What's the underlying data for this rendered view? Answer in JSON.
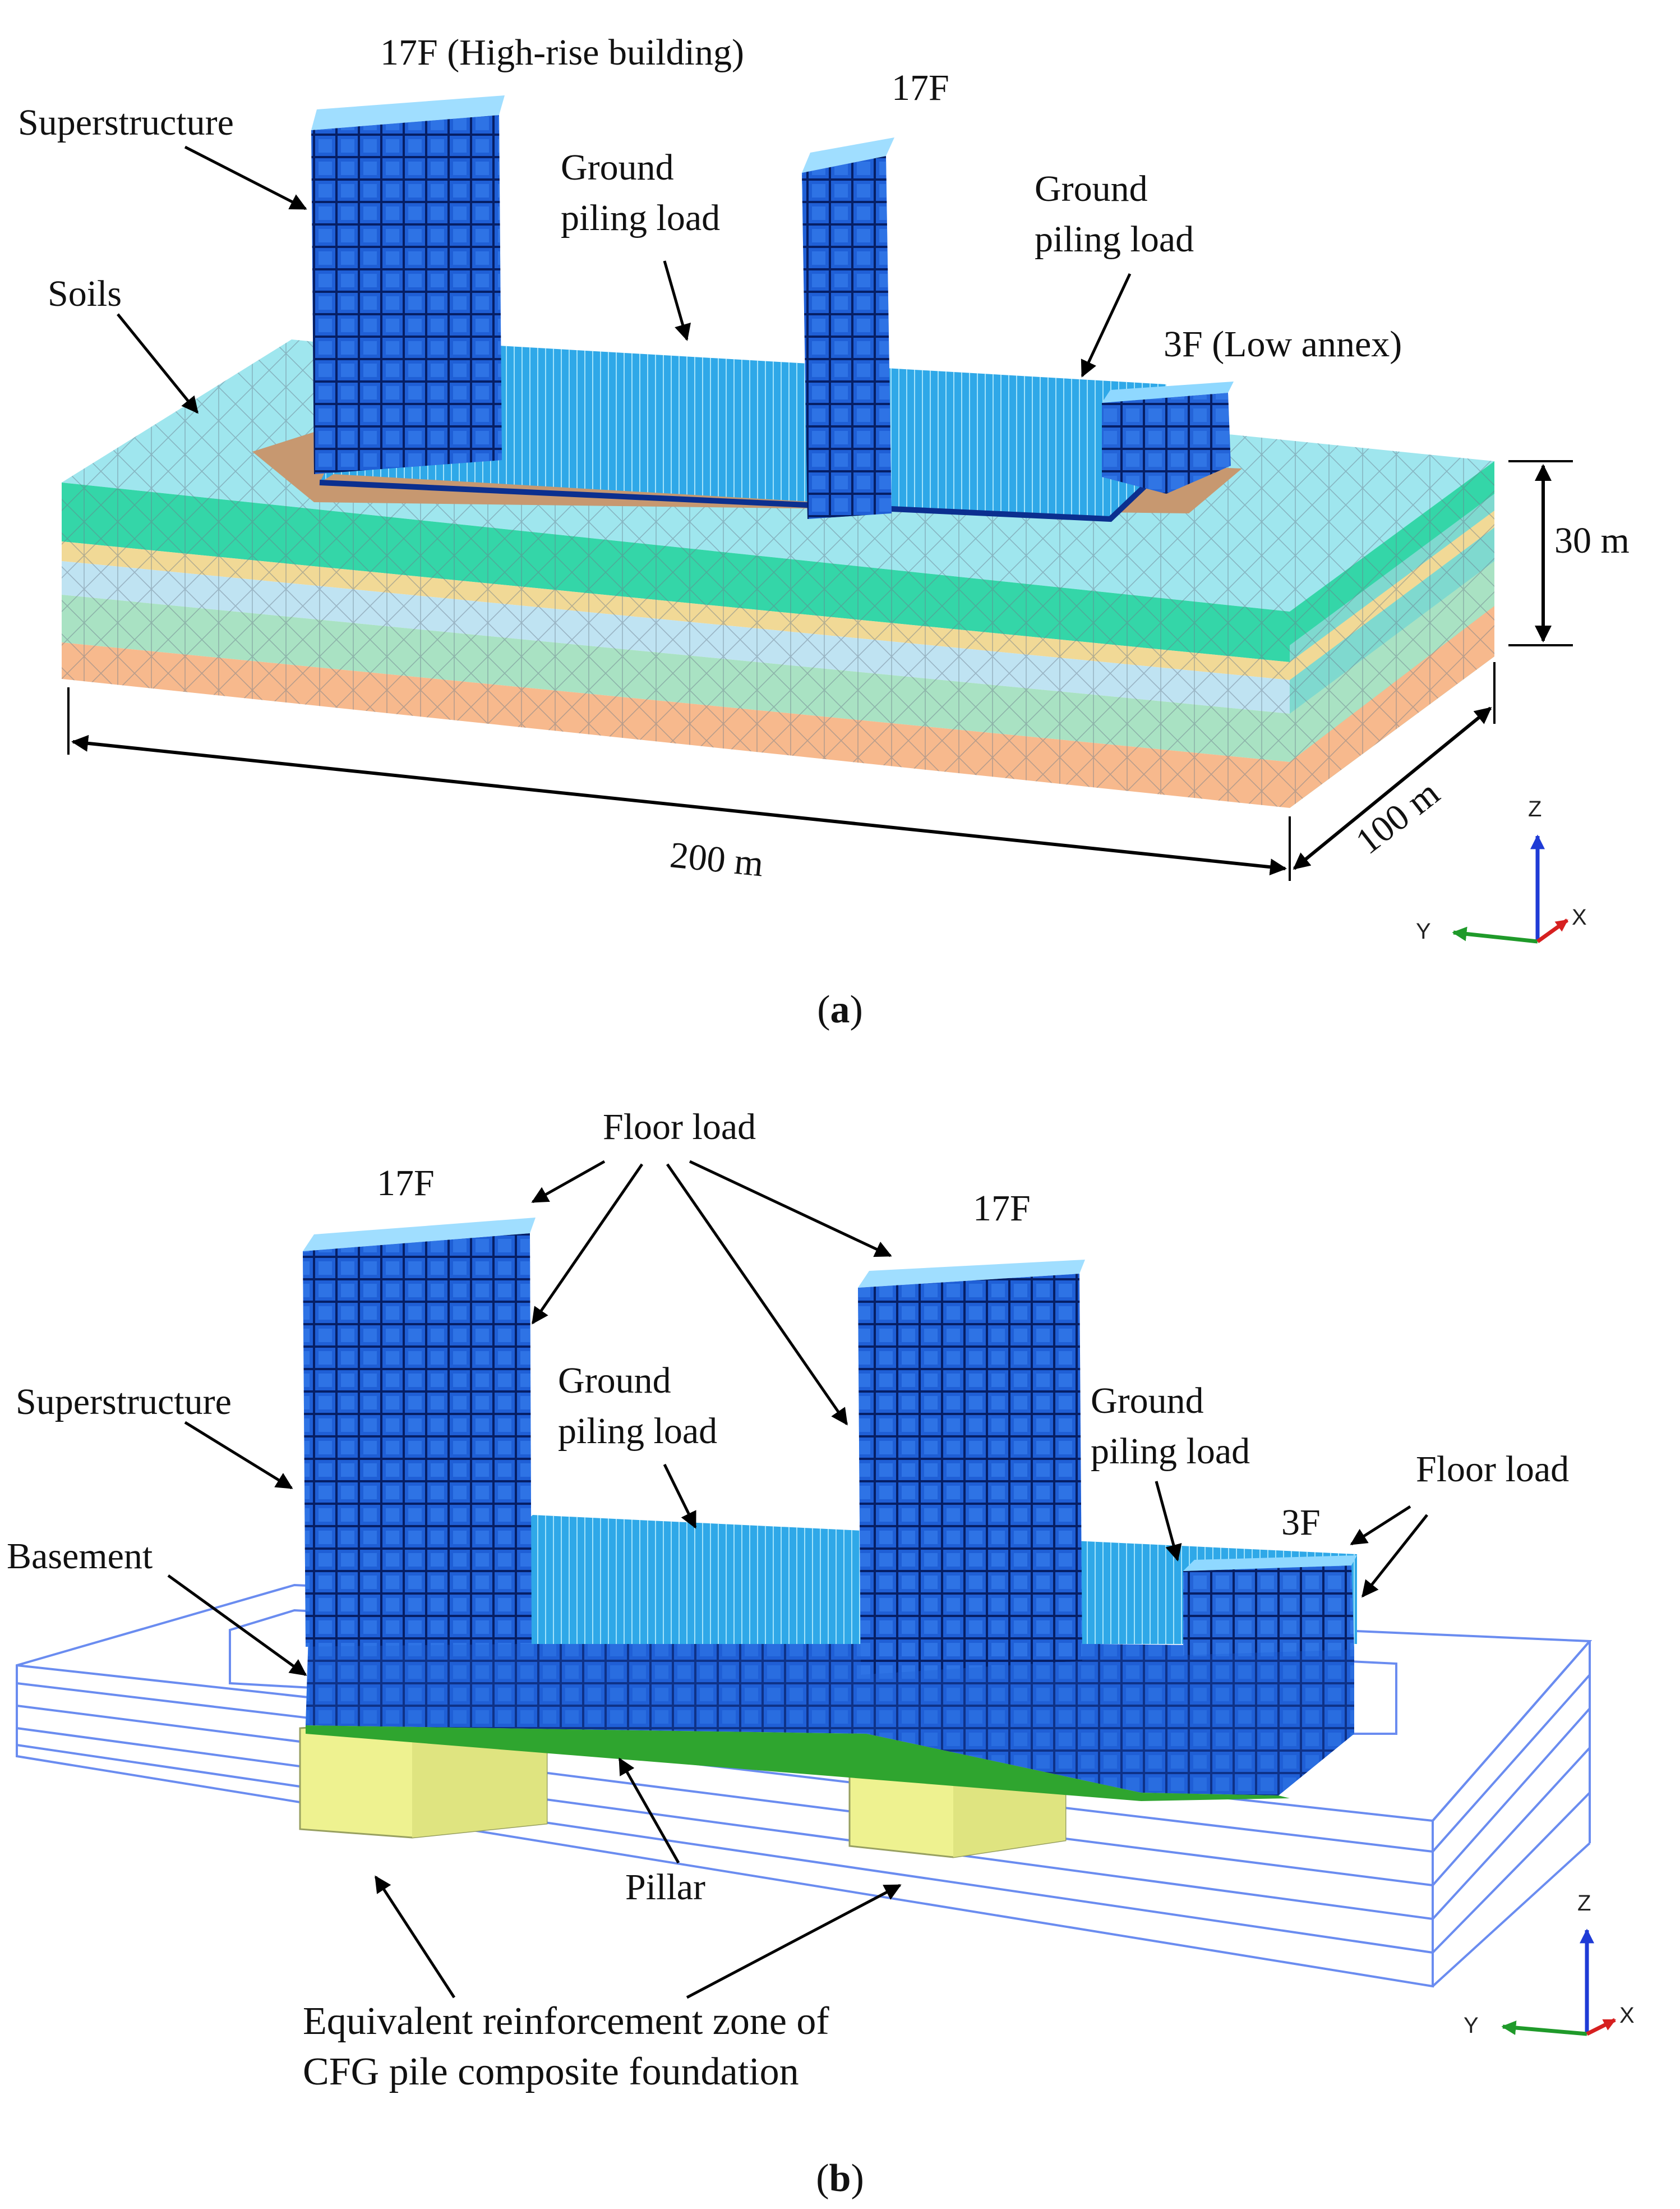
{
  "colors": {
    "building": "#1f5fd6",
    "building_dark": "#0b2f8f",
    "piling_load": "#2fa8e8",
    "soil_top": "#9fe6ee",
    "soil_green": "#34d6a8",
    "soil_yellow": "#f1d996",
    "soil_blue": "#bfe3f2",
    "soil_pale_green": "#a9e2c3",
    "soil_orange": "#f7b98d",
    "pad": "#c79870",
    "pillar": "#eef290",
    "mat_green": "#2fa52f",
    "axis_z": "#1f3bd6",
    "axis_y": "#1f9a2a",
    "axis_x": "#d62020"
  },
  "figure_a": {
    "caption_open": "(",
    "caption_letter": "a",
    "caption_close": ")",
    "tower1_label": "17F (High-rise  building)",
    "tower2_label": "17F",
    "annex_label": "3F (Low annex)",
    "superstructure": "Superstructure",
    "soils": "Soils",
    "ground_load_1_line1": "Ground",
    "ground_load_1_line2": "piling load",
    "ground_load_2_line1": "Ground",
    "ground_load_2_line2": "piling load",
    "depth_dim": "30 m",
    "length_dim": "200 m",
    "width_dim": "100 m",
    "axis_z": "Z",
    "axis_y": "Y",
    "axis_x": "X"
  },
  "figure_b": {
    "caption_open": "(",
    "caption_letter": "b",
    "caption_close": ")",
    "floor_load_top": "Floor load",
    "tower1_label": "17F",
    "tower2_label": "17F",
    "annex_label": "3F",
    "floor_load_right": "Floor load",
    "superstructure": "Superstructure",
    "basement": "Basement",
    "ground_load_1_line1": "Ground",
    "ground_load_1_line2": "piling load",
    "ground_load_2_line1": "Ground",
    "ground_load_2_line2": "piling load",
    "pillar": "Pillar",
    "zone_line1": "Equivalent reinforcement zone of",
    "zone_line2": "CFG pile composite foundation",
    "axis_z": "Z",
    "axis_y": "Y",
    "axis_x": "X"
  }
}
